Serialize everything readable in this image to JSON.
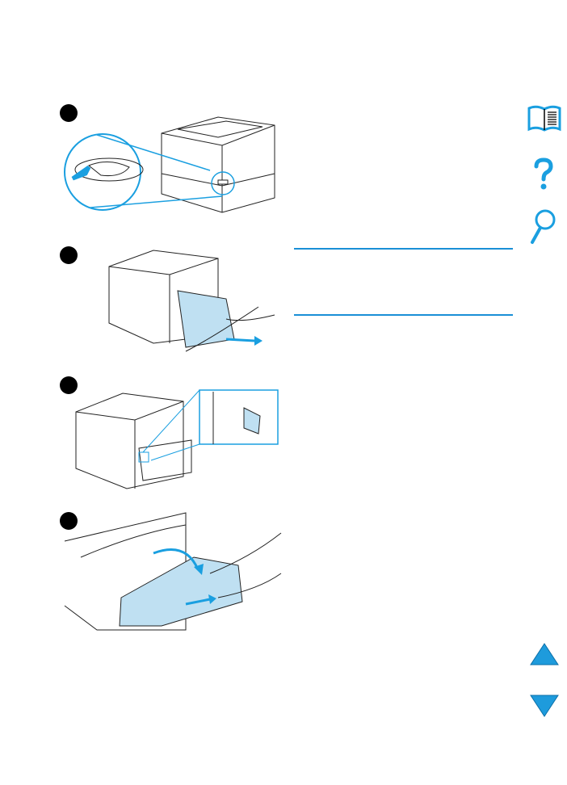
{
  "colors": {
    "accent": "#1a9fe0",
    "ink": "#000000",
    "nav_fill": "#1e9bdc"
  },
  "steps": [
    {
      "icon": "step-bullet-1"
    },
    {
      "icon": "step-bullet-2"
    },
    {
      "icon": "step-bullet-3"
    },
    {
      "icon": "step-bullet-4"
    }
  ],
  "nav": {
    "icons": [
      "book-icon",
      "help-icon",
      "magnifier-icon",
      "arrow-up-icon",
      "arrow-down-icon"
    ]
  }
}
